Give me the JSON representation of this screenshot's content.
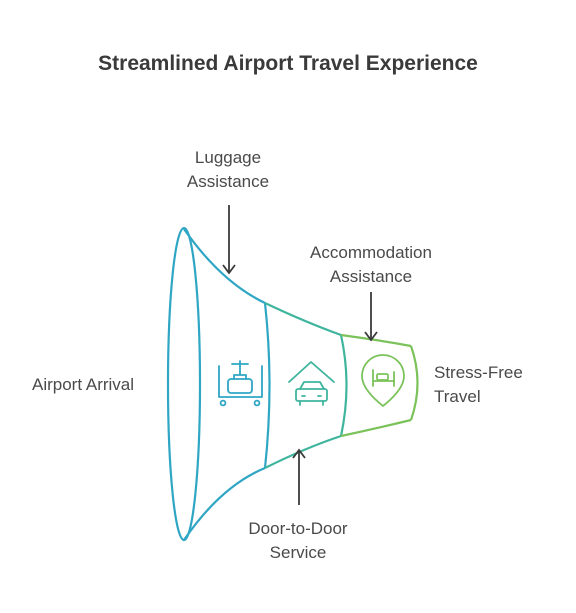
{
  "title": "Streamlined Airport Travel Experience",
  "labels": {
    "luggage": [
      "Luggage",
      "Assistance"
    ],
    "accommodation": [
      "Accommodation",
      "Assistance"
    ],
    "arrival": "Airport Arrival",
    "stress_free": [
      "Stress-Free",
      "Travel"
    ],
    "door": [
      "Door-to-Door",
      "Service"
    ]
  },
  "icons": [
    "luggage-cart-icon",
    "car-home-icon",
    "bed-location-icon"
  ],
  "colors": {
    "stage1": "#2fa6c4",
    "stage2": "#3fb59e",
    "stage3": "#7cc25a",
    "arrow": "#3a3a3a"
  }
}
